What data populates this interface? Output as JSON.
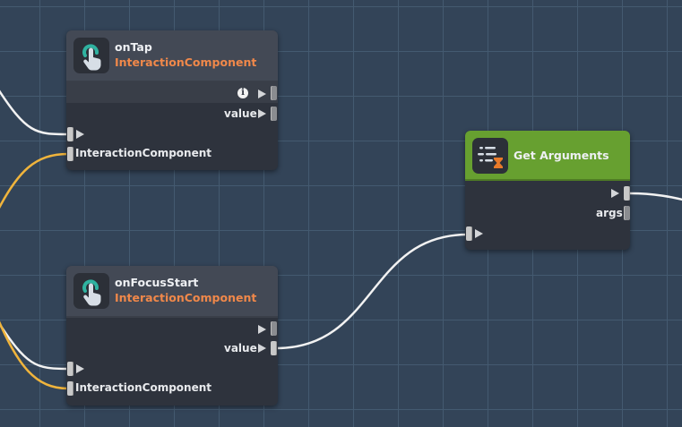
{
  "canvas": {
    "background_color": "#334458",
    "grid_color": "#445a70",
    "wire_colors": {
      "exec": "#f2f2f2",
      "object": "#f0b43c"
    }
  },
  "nodes": [
    {
      "id": "onTap",
      "title": "onTap",
      "subtitle": "InteractionComponent",
      "icon": "hand-tap-icon",
      "outputs": [
        {
          "label": "",
          "icon": "info-icon",
          "type": "exec"
        },
        {
          "label": "value",
          "type": "data"
        }
      ],
      "inputs": [
        {
          "label": "",
          "type": "exec"
        },
        {
          "label": "InteractionComponent",
          "type": "object"
        }
      ]
    },
    {
      "id": "onFocusStart",
      "title": "onFocusStart",
      "subtitle": "InteractionComponent",
      "icon": "hand-tap-icon",
      "outputs": [
        {
          "label": "",
          "type": "exec"
        },
        {
          "label": "value",
          "type": "data"
        }
      ],
      "inputs": [
        {
          "label": "",
          "type": "exec"
        },
        {
          "label": "InteractionComponent",
          "type": "object"
        }
      ]
    },
    {
      "id": "getArguments",
      "title": "Get Arguments",
      "icon": "arguments-list-icon",
      "header_color": "#67a030",
      "outputs": [
        {
          "label": "",
          "type": "exec"
        },
        {
          "label": "args",
          "type": "data"
        }
      ],
      "inputs": [
        {
          "label": "",
          "type": "exec"
        }
      ]
    }
  ],
  "info_glyph": "i"
}
